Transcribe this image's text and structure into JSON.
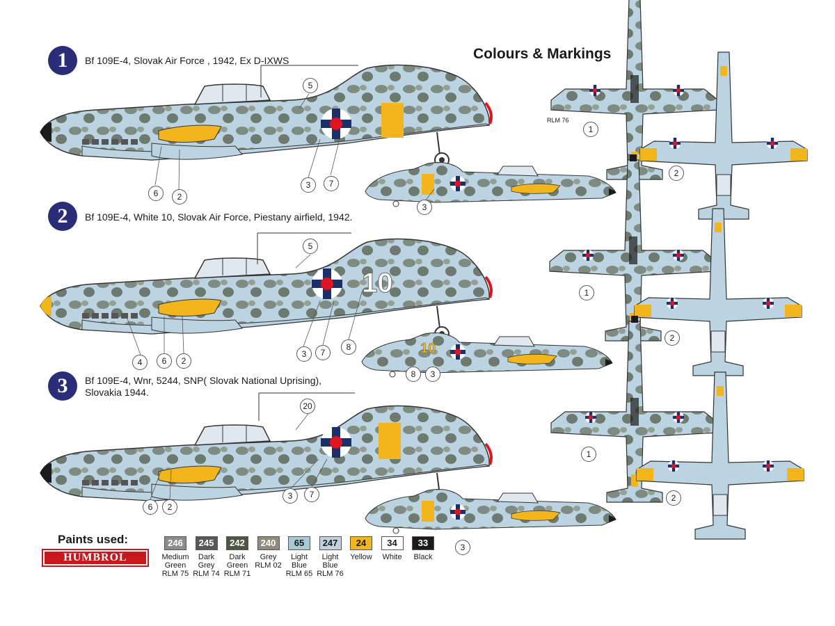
{
  "title": "Colours & Markings",
  "schemes": [
    {
      "number": "1",
      "caption": "Bf 109E-4, Slovak Air Force , 1942, Ex D-IXWS"
    },
    {
      "number": "2",
      "caption": "Bf 109E-4, White 10, Slovak Air Force, Piestany airfield, 1942."
    },
    {
      "number": "3",
      "caption_line1": "Bf 109E-4, Wnr, 5244, SNP( Slovak National Uprising),",
      "caption_line2": "Slovakia 1944."
    }
  ],
  "callouts": {
    "s1": [
      "5",
      "3",
      "7",
      "6",
      "2",
      "3",
      "1",
      "2"
    ],
    "s2": [
      "5",
      "3",
      "7",
      "8",
      "4",
      "6",
      "2",
      "8",
      "3",
      "1",
      "2"
    ],
    "s3": [
      "20",
      "3",
      "7",
      "6",
      "2",
      "3",
      "1",
      "2"
    ]
  },
  "tail_code": "10",
  "rlm_note": "RLM 76",
  "paints": {
    "label": "Paints used:",
    "brand": "HUMBROL",
    "items": [
      {
        "code": "246",
        "line1": "Medium",
        "line2": "Green",
        "line3": "RLM 75",
        "color": "#8c8c8c"
      },
      {
        "code": "245",
        "line1": "Dark",
        "line2": "Grey",
        "line3": "RLM 74",
        "color": "#55595a"
      },
      {
        "code": "242",
        "line1": "Dark",
        "line2": "Green",
        "line3": "RLM 71",
        "color": "#4c5640"
      },
      {
        "code": "240",
        "line1": "Grey",
        "line2": "RLM 02",
        "line3": "",
        "color": "#8f8c7c"
      },
      {
        "code": "65",
        "line1": "Light",
        "line2": "Blue",
        "line3": "RLM 65",
        "color": "#a8c9d6"
      },
      {
        "code": "247",
        "line1": "Light",
        "line2": "Blue",
        "line3": "RLM 76",
        "color": "#bfd2de"
      },
      {
        "code": "24",
        "line1": "Yellow",
        "line2": "",
        "line3": "",
        "color": "#f2b51c"
      },
      {
        "code": "34",
        "line1": "White",
        "line2": "",
        "line3": "",
        "color": "#ffffff"
      },
      {
        "code": "33",
        "line1": "Black",
        "line2": "",
        "line3": "",
        "color": "#1b1b1b"
      }
    ]
  },
  "colors": {
    "badge": "#2a2e78",
    "underside": "#bcd4e2",
    "grey_mottle": "#7f8a80",
    "green_mottle": "#5f7a52",
    "yellow": "#f2b51c",
    "insignia_blue": "#1b2f6b",
    "insignia_red": "#e0141e"
  }
}
